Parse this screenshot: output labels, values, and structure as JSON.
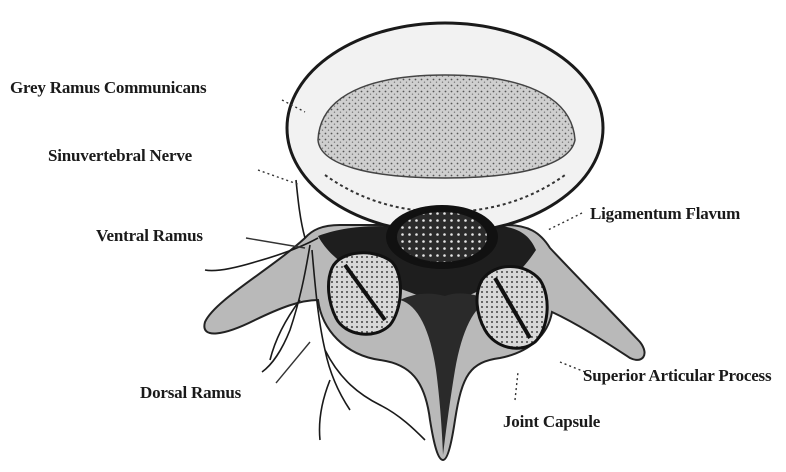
{
  "labels": {
    "grey_ramus": "Grey Ramus Communicans",
    "sinuvertebral": "Sinuvertebral Nerve",
    "ventral_ramus": "Ventral Ramus",
    "dorsal_ramus": "Dorsal Ramus",
    "ligamentum_flavum": "Ligamentum Flavum",
    "superior_articular": "Superior Articular Process",
    "joint_capsule": "Joint Capsule"
  }
}
